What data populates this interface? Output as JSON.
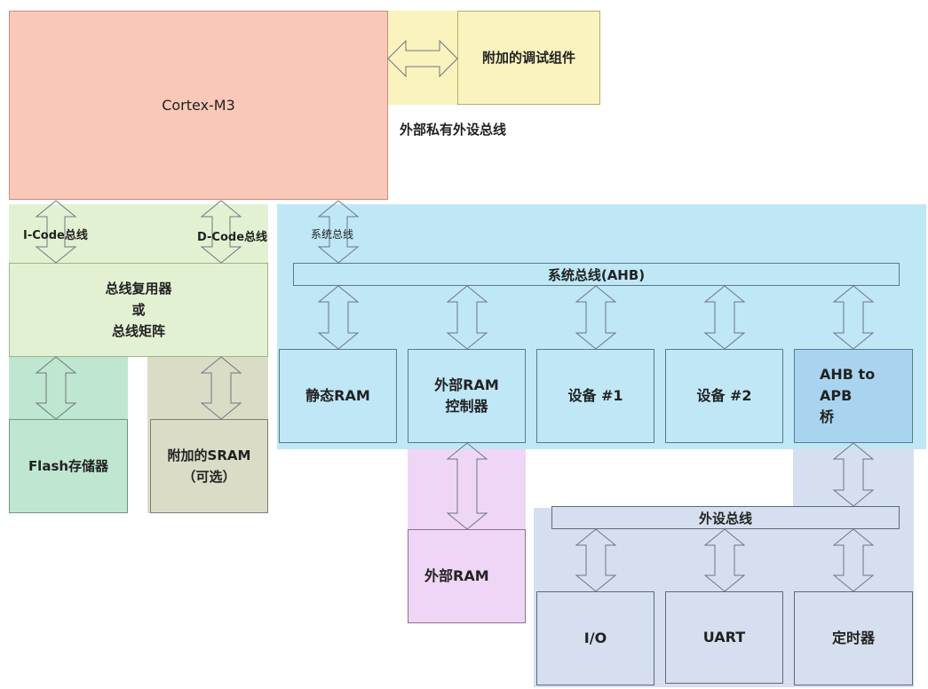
{
  "cpu": {
    "label": "Cortex-M3"
  },
  "debug": {
    "label": "附加的调试组件",
    "bus_label": "外部私有外设总线"
  },
  "buses": {
    "icode": "I-Code总线",
    "dcode": "D-Code总线",
    "system_short": "系统总线",
    "system_ahb": "系统总线(AHB)",
    "peripheral": "外设总线"
  },
  "bus_matrix": {
    "label": "总线复用器\n或\n总线矩阵"
  },
  "memories": {
    "flash": "Flash存储器",
    "sram": "附加的SRAM\n（可选）"
  },
  "ahb_blocks": {
    "static_ram": "静态RAM",
    "ext_ram_ctrl": "外部RAM\n控制器",
    "device1": "设备 #1",
    "device2": "设备 #2",
    "bridge": "AHB to\nAPB\n桥"
  },
  "external_ram": {
    "label": "外部RAM"
  },
  "apb_blocks": {
    "io": "I/O",
    "uart": "UART",
    "timer": "定时器"
  },
  "colors": {
    "cpu": "#f9c8b8",
    "debug": "#fbf3be",
    "green_light": "#e2f1d2",
    "flash": "#bfe6d0",
    "sram": "#dadcc6",
    "system_bus": "#bfe7f6",
    "bridge": "#a9d4ef",
    "purple": "#efd6f6",
    "peripheral": "#d6dfef"
  }
}
